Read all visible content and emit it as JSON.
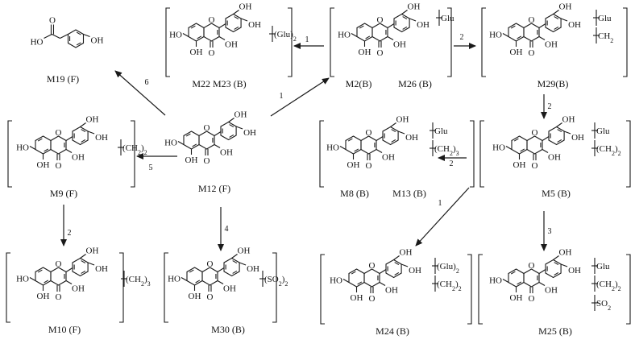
{
  "compounds": [
    {
      "id": "M12",
      "label": "M12 (F)"
    },
    {
      "id": "M19",
      "label": "M19 (F)"
    },
    {
      "id": "M9",
      "label": "M9 (F)",
      "substituent": "(CH2)2"
    },
    {
      "id": "M10",
      "label": "M10 (F)",
      "substituent": "(CH2)3"
    },
    {
      "id": "M30",
      "label": "M30 (B)",
      "substituent": "(SO2)2"
    },
    {
      "id": "M22_M23",
      "label": "M22  M23 (B)",
      "substituent": "(Glu)2"
    },
    {
      "id": "M2_M26",
      "label_a": "M2(B)",
      "label_b": "M26 (B)",
      "substituent": "Glu"
    },
    {
      "id": "M29",
      "label": "M29(B)",
      "substituent_a": "Glu",
      "substituent_b": "CH2"
    },
    {
      "id": "M5",
      "label": "M5 (B)",
      "substituent_a": "Glu",
      "substituent_b": "(CH2)2"
    },
    {
      "id": "M8_M13",
      "label_a": "M8 (B)",
      "label_b": "M13 (B)",
      "substituent_a": "Glu",
      "substituent_b": "(CH2)3"
    },
    {
      "id": "M24",
      "label": "M24 (B)",
      "substituent_a": "(Glu)2",
      "substituent_b": "(CH2)2"
    },
    {
      "id": "M25",
      "label": "M25 (B)",
      "substituent_a": "Glu",
      "substituent_b": "(CH2)2",
      "substituent_c": "SO2"
    }
  ],
  "atoms": {
    "hydroxyl": "OH",
    "hydroxyl_left": "HO",
    "carbonyl_o": "O",
    "ring_o": "O"
  },
  "steps": [
    {
      "id": "s1",
      "from": "M12",
      "to": "M2_M26",
      "label": "1"
    },
    {
      "id": "s2",
      "from": "M2_M26",
      "to": "M22_M23",
      "label": "1"
    },
    {
      "id": "s3",
      "from": "M2_M26",
      "to": "M29",
      "label": "2"
    },
    {
      "id": "s4",
      "from": "M29",
      "to": "M5",
      "label": "2"
    },
    {
      "id": "s5",
      "from": "M5",
      "to": "M8_M13",
      "label": "2"
    },
    {
      "id": "s6",
      "from": "M5",
      "to": "M24",
      "label": "1"
    },
    {
      "id": "s7",
      "from": "M5",
      "to": "M25",
      "label": "3"
    },
    {
      "id": "s8",
      "from": "M12",
      "to": "M19",
      "label": "6"
    },
    {
      "id": "s9",
      "from": "M12",
      "to": "M9",
      "label": "5"
    },
    {
      "id": "s10",
      "from": "M9",
      "to": "M10",
      "label": "2"
    },
    {
      "id": "s11",
      "from": "M12",
      "to": "M30",
      "label": "4"
    }
  ]
}
